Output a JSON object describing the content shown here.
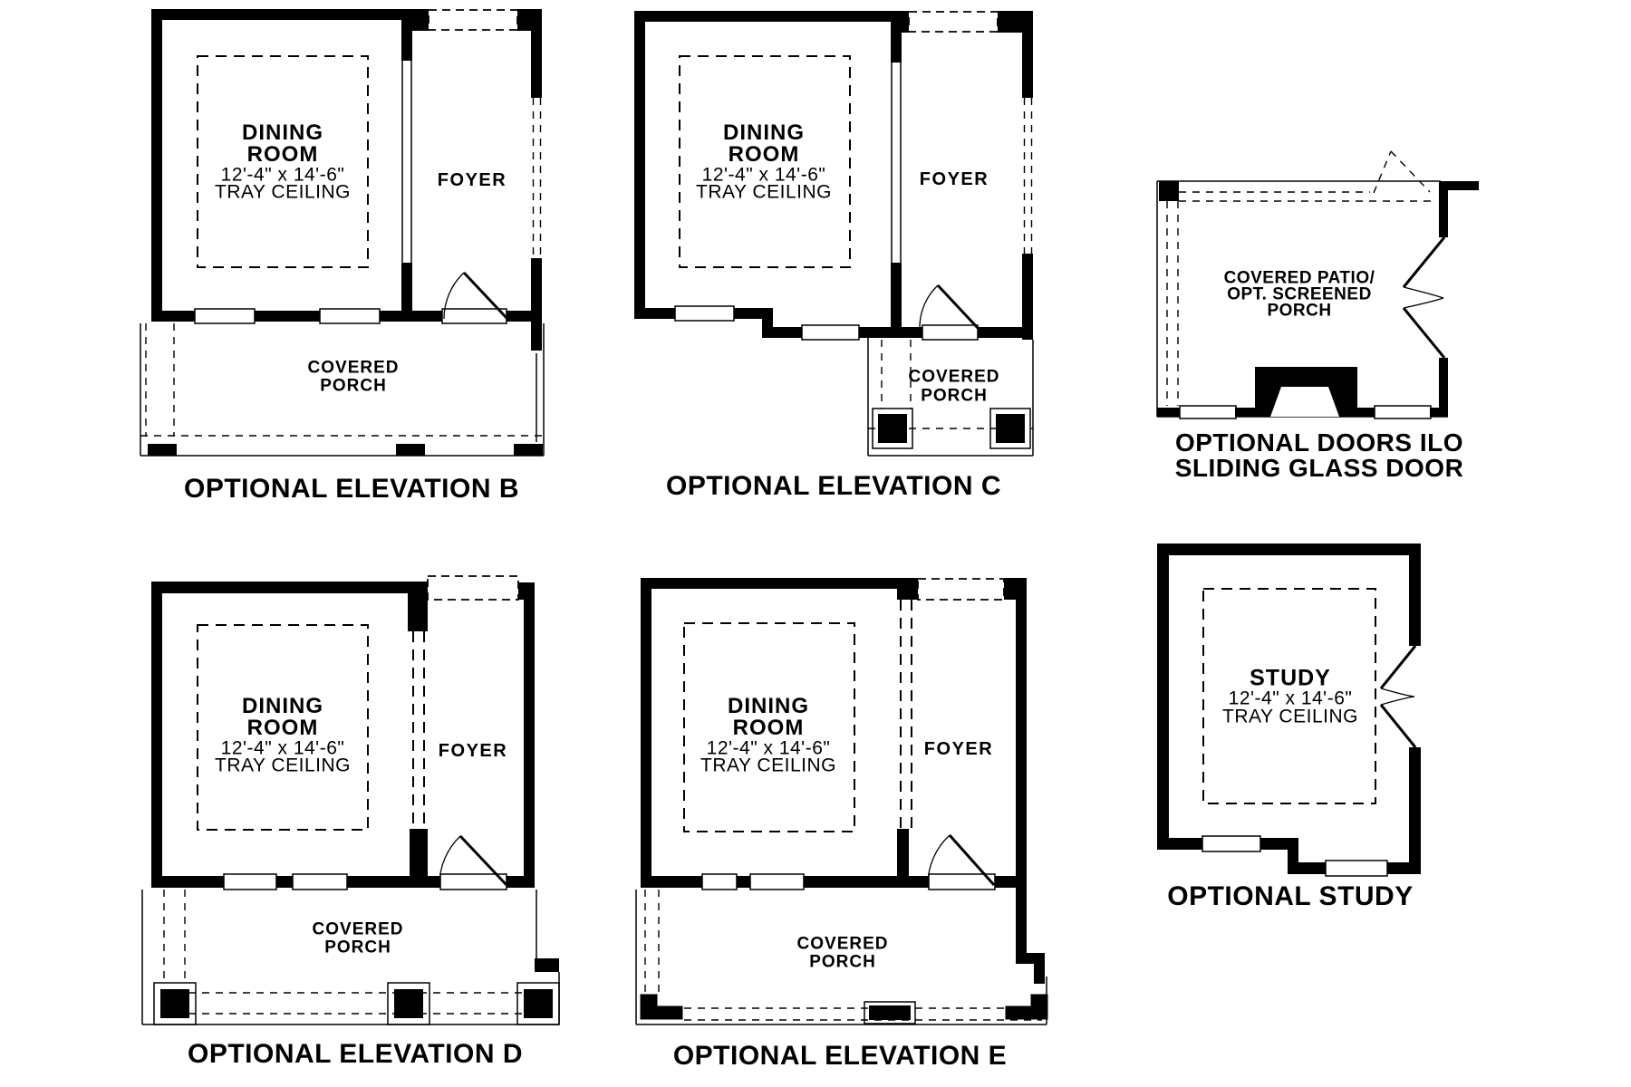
{
  "elevation_b": {
    "room1": "DINING",
    "room2": "ROOM",
    "dims": "12'-4\" x 14'-6\"",
    "ceiling": "TRAY CEILING",
    "foyer": "FOYER",
    "porch1": "COVERED",
    "porch2": "PORCH",
    "caption": "OPTIONAL ELEVATION B"
  },
  "elevation_c": {
    "room1": "DINING",
    "room2": "ROOM",
    "dims": "12'-4\" x 14'-6\"",
    "ceiling": "TRAY CEILING",
    "foyer": "FOYER",
    "porch1": "COVERED",
    "porch2": "PORCH",
    "caption": "OPTIONAL ELEVATION C"
  },
  "patio": {
    "label1": "COVERED PATIO/",
    "label2": "OPT. SCREENED",
    "label3": "PORCH",
    "caption1": "OPTIONAL DOORS ILO",
    "caption2": "SLIDING GLASS DOOR"
  },
  "elevation_d": {
    "room1": "DINING",
    "room2": "ROOM",
    "dims": "12'-4\" x 14'-6\"",
    "ceiling": "TRAY CEILING",
    "foyer": "FOYER",
    "porch1": "COVERED",
    "porch2": "PORCH",
    "caption": "OPTIONAL ELEVATION D"
  },
  "elevation_e": {
    "room1": "DINING",
    "room2": "ROOM",
    "dims": "12'-4\" x 14'-6\"",
    "ceiling": "TRAY CEILING",
    "foyer": "FOYER",
    "porch1": "COVERED",
    "porch2": "PORCH",
    "caption": "OPTIONAL ELEVATION E"
  },
  "study": {
    "room": "STUDY",
    "dims": "12'-4\" x 14'-6\"",
    "ceiling": "TRAY CEILING",
    "caption": "OPTIONAL STUDY"
  }
}
